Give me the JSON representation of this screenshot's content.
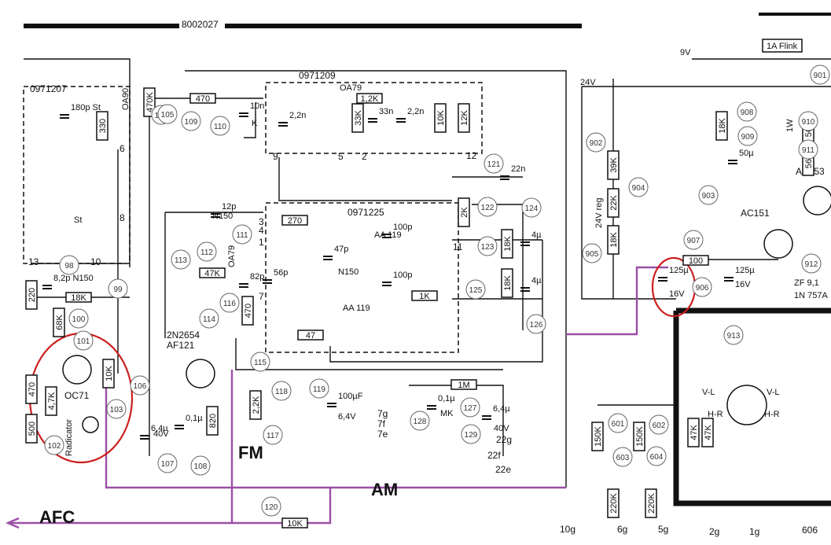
{
  "diagram": {
    "colors": {
      "ink": "#111111",
      "annotation_purple": "#9b4fa6",
      "annotation_red": "#d63a3a",
      "callout_red": "#cc1f1f"
    },
    "header": {
      "part_number": "8002027",
      "fuse_label": "1A Flink"
    },
    "modules": [
      {
        "id": "m0971207",
        "label": "0971207"
      },
      {
        "id": "m0971209",
        "label": "0971209"
      },
      {
        "id": "m0971225",
        "label": "0971225"
      }
    ],
    "annotations": {
      "afc": "AFC",
      "fm": "FM",
      "am": "AM"
    },
    "transistors": [
      {
        "id": "t1",
        "label": "OC71",
        "sub": "Radicator"
      },
      {
        "id": "t2",
        "label": "2N2654",
        "sub": "AF121"
      },
      {
        "id": "t3",
        "label": "AC151"
      },
      {
        "id": "t4",
        "label": "AC153"
      }
    ],
    "resistors": [
      {
        "id": "r470a",
        "value": "470"
      },
      {
        "id": "r470k",
        "value": "470K"
      },
      {
        "id": "r12k",
        "value": "1,2K"
      },
      {
        "id": "r33k",
        "value": "33K"
      },
      {
        "id": "r10ka",
        "value": "10K"
      },
      {
        "id": "r12kb",
        "value": "12K"
      },
      {
        "id": "r330",
        "value": "330"
      },
      {
        "id": "r270",
        "value": "270"
      },
      {
        "id": "r2k",
        "value": "2K"
      },
      {
        "id": "r18ka",
        "value": "18K"
      },
      {
        "id": "r18kb",
        "value": "18K"
      },
      {
        "id": "r1k",
        "value": "1K"
      },
      {
        "id": "r47",
        "value": "47"
      },
      {
        "id": "r47k",
        "value": "47K"
      },
      {
        "id": "r470b",
        "value": "470"
      },
      {
        "id": "r220",
        "value": "220"
      },
      {
        "id": "r18kc",
        "value": "18K"
      },
      {
        "id": "r68k",
        "value": "68K"
      },
      {
        "id": "r470c",
        "value": "470"
      },
      {
        "id": "r47kb",
        "value": "4,7K"
      },
      {
        "id": "r500",
        "value": "500"
      },
      {
        "id": "r10kb",
        "value": "10K"
      },
      {
        "id": "r820",
        "value": "820"
      },
      {
        "id": "r22kb",
        "value": "2,2K"
      },
      {
        "id": "r1m",
        "value": "1M"
      },
      {
        "id": "r10kc",
        "value": "10K"
      },
      {
        "id": "r39k",
        "value": "39K"
      },
      {
        "id": "r22k",
        "value": "22K"
      },
      {
        "id": "r18kd",
        "value": "18K"
      },
      {
        "id": "r18ke",
        "value": "18K"
      },
      {
        "id": "r560a",
        "value": "560"
      },
      {
        "id": "r560b",
        "value": "560"
      },
      {
        "id": "r100",
        "value": "100"
      },
      {
        "id": "r150k",
        "value": "150K"
      },
      {
        "id": "r150kb",
        "value": "150K"
      },
      {
        "id": "r47kc",
        "value": "47K"
      },
      {
        "id": "r47kd",
        "value": "47K"
      },
      {
        "id": "r220k",
        "value": "220K"
      },
      {
        "id": "r220kb",
        "value": "220K"
      }
    ],
    "capacitors": [
      {
        "id": "c10n",
        "value": "10n"
      },
      {
        "id": "c22n",
        "value": "2,2n"
      },
      {
        "id": "c33n",
        "value": "33n"
      },
      {
        "id": "c22nb",
        "value": "2,2n"
      },
      {
        "id": "c180",
        "value": "180p St"
      },
      {
        "id": "c47p",
        "value": "47p"
      },
      {
        "id": "c100p",
        "value": "100p"
      },
      {
        "id": "c100pb",
        "value": "100p"
      },
      {
        "id": "c12p",
        "value": "12p"
      },
      {
        "id": "c56p",
        "value": "56p"
      },
      {
        "id": "c82p",
        "value": "82p"
      },
      {
        "id": "c82pn",
        "value": "8,2p N150"
      },
      {
        "id": "c22nmk",
        "value": "22n"
      },
      {
        "id": "c4u",
        "value": "4µ"
      },
      {
        "id": "c4ub",
        "value": "4µ"
      },
      {
        "id": "c64u",
        "value": "6,4µ"
      },
      {
        "id": "c01u",
        "value": "0,1µ"
      },
      {
        "id": "c100uf",
        "value": "100µF"
      },
      {
        "id": "c01ub",
        "value": "0,1µ"
      },
      {
        "id": "c64ub",
        "value": "6,4µ"
      },
      {
        "id": "c50u",
        "value": "50µ"
      },
      {
        "id": "c125u",
        "value": "125µ"
      },
      {
        "id": "c125ub",
        "value": "125µ"
      }
    ],
    "misc_labels": [
      {
        "id": "oa90",
        "value": "OA90"
      },
      {
        "id": "oa79",
        "value": "OA79"
      },
      {
        "id": "oa79b",
        "value": "OA79"
      },
      {
        "id": "aa119",
        "value": "AA 119"
      },
      {
        "id": "aa119b",
        "value": "AA 119"
      },
      {
        "id": "zf",
        "value": "ZF 9,1"
      },
      {
        "id": "in757",
        "value": "1N 757A"
      },
      {
        "id": "v24",
        "value": "24V"
      },
      {
        "id": "v9",
        "value": "9V"
      },
      {
        "id": "v24reg",
        "value": "24V reg"
      },
      {
        "id": "v16",
        "value": "16V"
      },
      {
        "id": "v16b",
        "value": "16V"
      },
      {
        "id": "v40",
        "value": "40V"
      },
      {
        "id": "v64",
        "value": "6,4V"
      },
      {
        "id": "v40b",
        "value": "40V"
      },
      {
        "id": "vl",
        "value": "V-L"
      },
      {
        "id": "vlb",
        "value": "V-L"
      },
      {
        "id": "hr",
        "value": "H-R"
      },
      {
        "id": "hrb",
        "value": "H-R"
      },
      {
        "id": "n150",
        "value": "N150"
      },
      {
        "id": "n150b",
        "value": "N150"
      },
      {
        "id": "st",
        "value": "St"
      },
      {
        "id": "mk",
        "value": "MK"
      },
      {
        "id": "k",
        "value": "K"
      },
      {
        "id": "w1",
        "value": "1W"
      }
    ],
    "reference_numbers": [
      "104",
      "105",
      "109",
      "110",
      "121",
      "98",
      "99",
      "100",
      "101",
      "102",
      "103",
      "106",
      "107",
      "108",
      "111",
      "112",
      "113",
      "114",
      "115",
      "116",
      "117",
      "118",
      "119",
      "120",
      "122",
      "123",
      "124",
      "125",
      "126",
      "127",
      "128",
      "129",
      "901",
      "902",
      "903",
      "904",
      "905",
      "906",
      "907",
      "908",
      "909",
      "910",
      "911",
      "912",
      "913",
      "601",
      "602",
      "603",
      "604"
    ],
    "terminal_labels": [
      "6",
      "8",
      "10",
      "13",
      "9",
      "5",
      "2",
      "12",
      "11",
      "7",
      "1",
      "3",
      "4",
      "7g",
      "7f",
      "7e",
      "22g",
      "22f",
      "22e",
      "10g",
      "6g",
      "5g",
      "2g",
      "1g",
      "606"
    ]
  }
}
